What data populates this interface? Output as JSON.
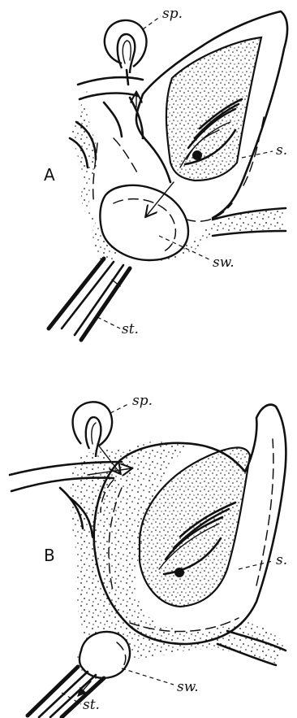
{
  "panels": [
    {
      "id": "A",
      "label": "A",
      "annotations": {
        "sp": "sp.",
        "s": "s.",
        "sw": "sw.",
        "st": "st."
      }
    },
    {
      "id": "B",
      "label": "B",
      "annotations": {
        "sp": "sp.",
        "s": "s.",
        "sw": "sw.",
        "st": "st."
      }
    }
  ],
  "colors": {
    "ink": "#111111",
    "background": "#ffffff"
  }
}
